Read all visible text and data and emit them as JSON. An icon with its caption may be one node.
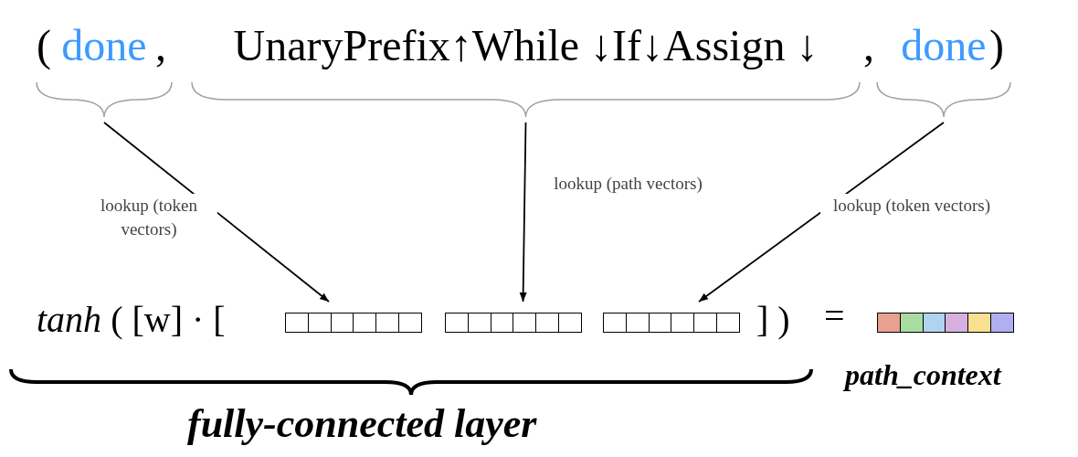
{
  "diagram": {
    "nodes": [
      {
        "text": [
          "done"
        ]
      },
      {
        "text": [
          "UnaryPrefix↑While ↓If↓Assign ↓"
        ]
      },
      {
        "text": [
          "done"
        ]
      },
      {
        "text": [],
        "shape": "bar"
      },
      {
        "text": [],
        "shape": "bar"
      },
      {
        "text": [],
        "shape": "bar"
      },
      {
        "text": [],
        "shape": "bar",
        "beside": [
          "path_context"
        ]
      }
    ],
    "edges": [
      {
        "from": 0,
        "to": 3,
        "arrow": "to",
        "label": "lookup (token vectors)"
      },
      {
        "from": 1,
        "to": 4,
        "arrow": "to",
        "label": "lookup (path vectors)"
      },
      {
        "from": 2,
        "to": 5,
        "arrow": "to",
        "label": "lookup (token vectors)"
      }
    ],
    "labels": [
      "(",
      ",",
      ",",
      ")",
      "*tanh* ( [w] · [",
      "] )",
      "=",
      "fully-connected layer"
    ]
  }
}
